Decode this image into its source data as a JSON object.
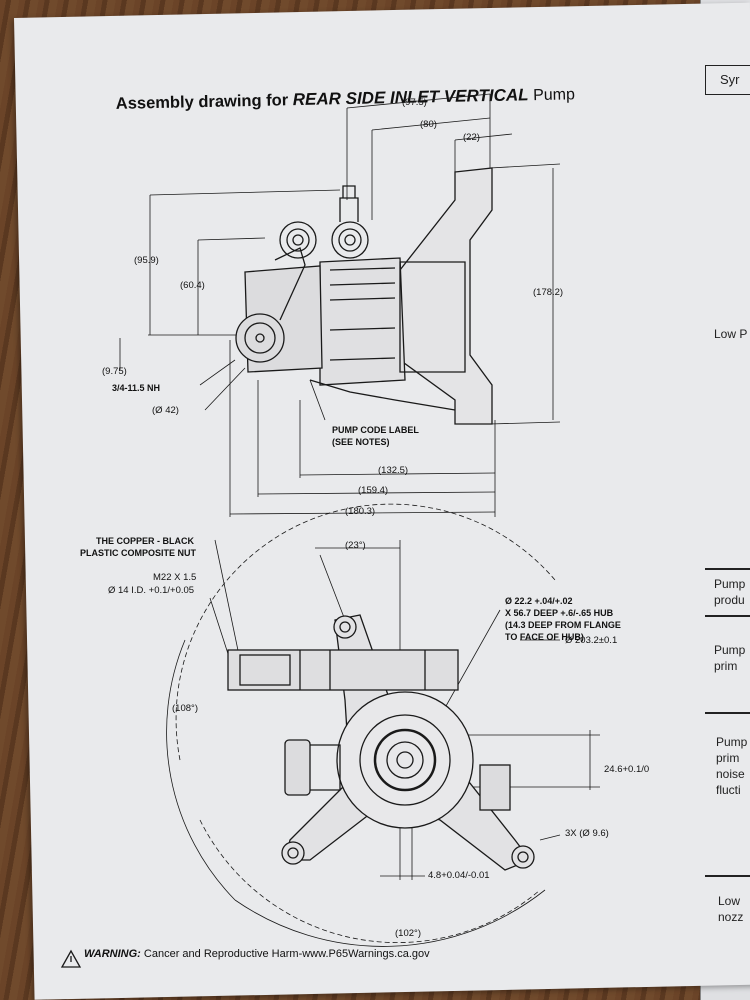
{
  "title": {
    "prefix": "Assembly drawing for",
    "emphasis": "REAR SIDE INLET VERTICAL",
    "suffix": "Pump"
  },
  "top_view_labels": {
    "d_97_5": "(97.5)",
    "d_80": "(80)",
    "d_22": "(22)",
    "d_95_9": "(95.9)",
    "d_60_4": "(60.4)",
    "d_178_2": "(178.2)",
    "d_9_75": "(9.75)",
    "thread": "3/4-11.5 NH",
    "d_42": "(Ø 42)",
    "code_label_1": "PUMP CODE LABEL",
    "code_label_2": "(SEE NOTES)",
    "d_132_5": "(132.5)",
    "d_159_4": "(159.4)",
    "d_180_3": "(180.3)"
  },
  "bottom_view_labels": {
    "nut_1": "THE COPPER - BLACK",
    "nut_2": "PLASTIC COMPOSITE NUT",
    "m22": "M22 X 1.5",
    "id14": "Ø 14 I.D. +0.1/+0.05",
    "a23": "(23°)",
    "a108": "(108°)",
    "a102": "(102°)",
    "hub_1": "Ø 22.2 +.04/+.02",
    "hub_2": "X 56.7 DEEP +.6/-.65 HUB",
    "hub_3": "(14.3 DEEP FROM FLANGE",
    "hub_4": "TO FACE OF HUB)",
    "d203": "Ø 203.2±0.1",
    "d24_6": "24.6+0.1/0",
    "holes": "3X (Ø 9.6)",
    "d4_8": "4.8+0.04/-0.01"
  },
  "right_page": {
    "header": "Syr",
    "c1": "Low P",
    "c2a": "Pump",
    "c2b": "produ",
    "c3a": "Pump",
    "c3b": "prim",
    "c4a": "Pump",
    "c4b": "prim",
    "c4c": "noise",
    "c4d": "flucti",
    "c5a": "Low",
    "c5b": "nozz"
  },
  "warning": {
    "label": "WARNING:",
    "text": "Cancer and Reproductive Harm-www.P65Warnings.ca.gov"
  }
}
